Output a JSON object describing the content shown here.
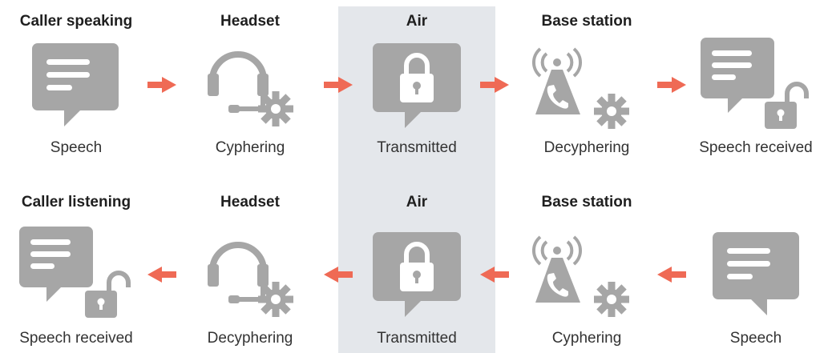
{
  "colors": {
    "icon": "#a6a6a6",
    "arrow": "#ef6a55",
    "air_band": "#e4e7eb"
  },
  "top_row": {
    "steps": [
      {
        "heading": "Caller speaking",
        "caption": "Speech",
        "icon": "speech-bubble-icon"
      },
      {
        "heading": "Headset",
        "caption": "Cyphering",
        "icon": "headset-gear-icon"
      },
      {
        "heading": "Air",
        "caption": "Transmitted",
        "icon": "locked-message-icon"
      },
      {
        "heading": "Base station",
        "caption": "Decyphering",
        "icon": "base-station-gear-icon"
      },
      {
        "heading": "",
        "caption": "Speech received",
        "icon": "speech-bubble-unlocked-icon"
      }
    ],
    "arrow_direction": "right"
  },
  "bottom_row": {
    "steps": [
      {
        "heading": "Caller listening",
        "caption": "Speech received",
        "icon": "speech-bubble-unlocked-icon"
      },
      {
        "heading": "Headset",
        "caption": "Decyphering",
        "icon": "headset-gear-icon"
      },
      {
        "heading": "Air",
        "caption": "Transmitted",
        "icon": "locked-message-icon"
      },
      {
        "heading": "Base station",
        "caption": "Cyphering",
        "icon": "base-station-gear-icon"
      },
      {
        "heading": "",
        "caption": "Speech",
        "icon": "speech-bubble-icon"
      }
    ],
    "arrow_direction": "left"
  }
}
